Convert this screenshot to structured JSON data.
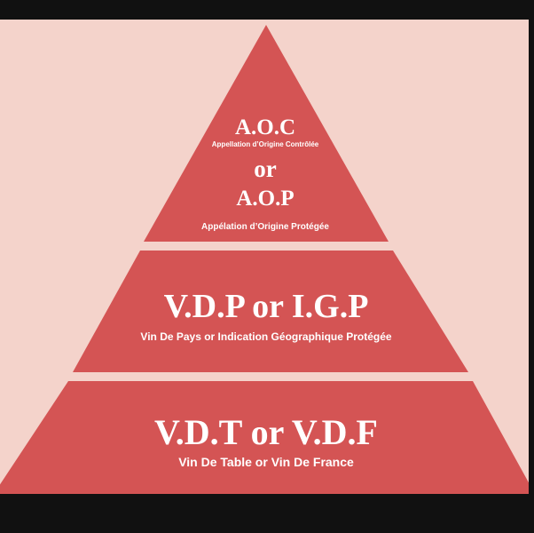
{
  "colors": {
    "background": "#f4d3cb",
    "tier_fill": "#d45454",
    "frame": "#111111",
    "text": "#ffffff"
  },
  "pyramid": {
    "top": {
      "title_1": "A.O.C",
      "subtitle_1": "Appellation d’Origine Contrôlée",
      "connector": "or",
      "title_2": "A.O.P",
      "subtitle_2": "Appélation d’Origine Protégée"
    },
    "middle": {
      "title": "V.D.P or I.G.P",
      "subtitle": "Vin De Pays or Indication Géographique Protégée"
    },
    "bottom": {
      "title": "V.D.T or V.D.F",
      "subtitle": "Vin De Table or Vin De France"
    }
  }
}
